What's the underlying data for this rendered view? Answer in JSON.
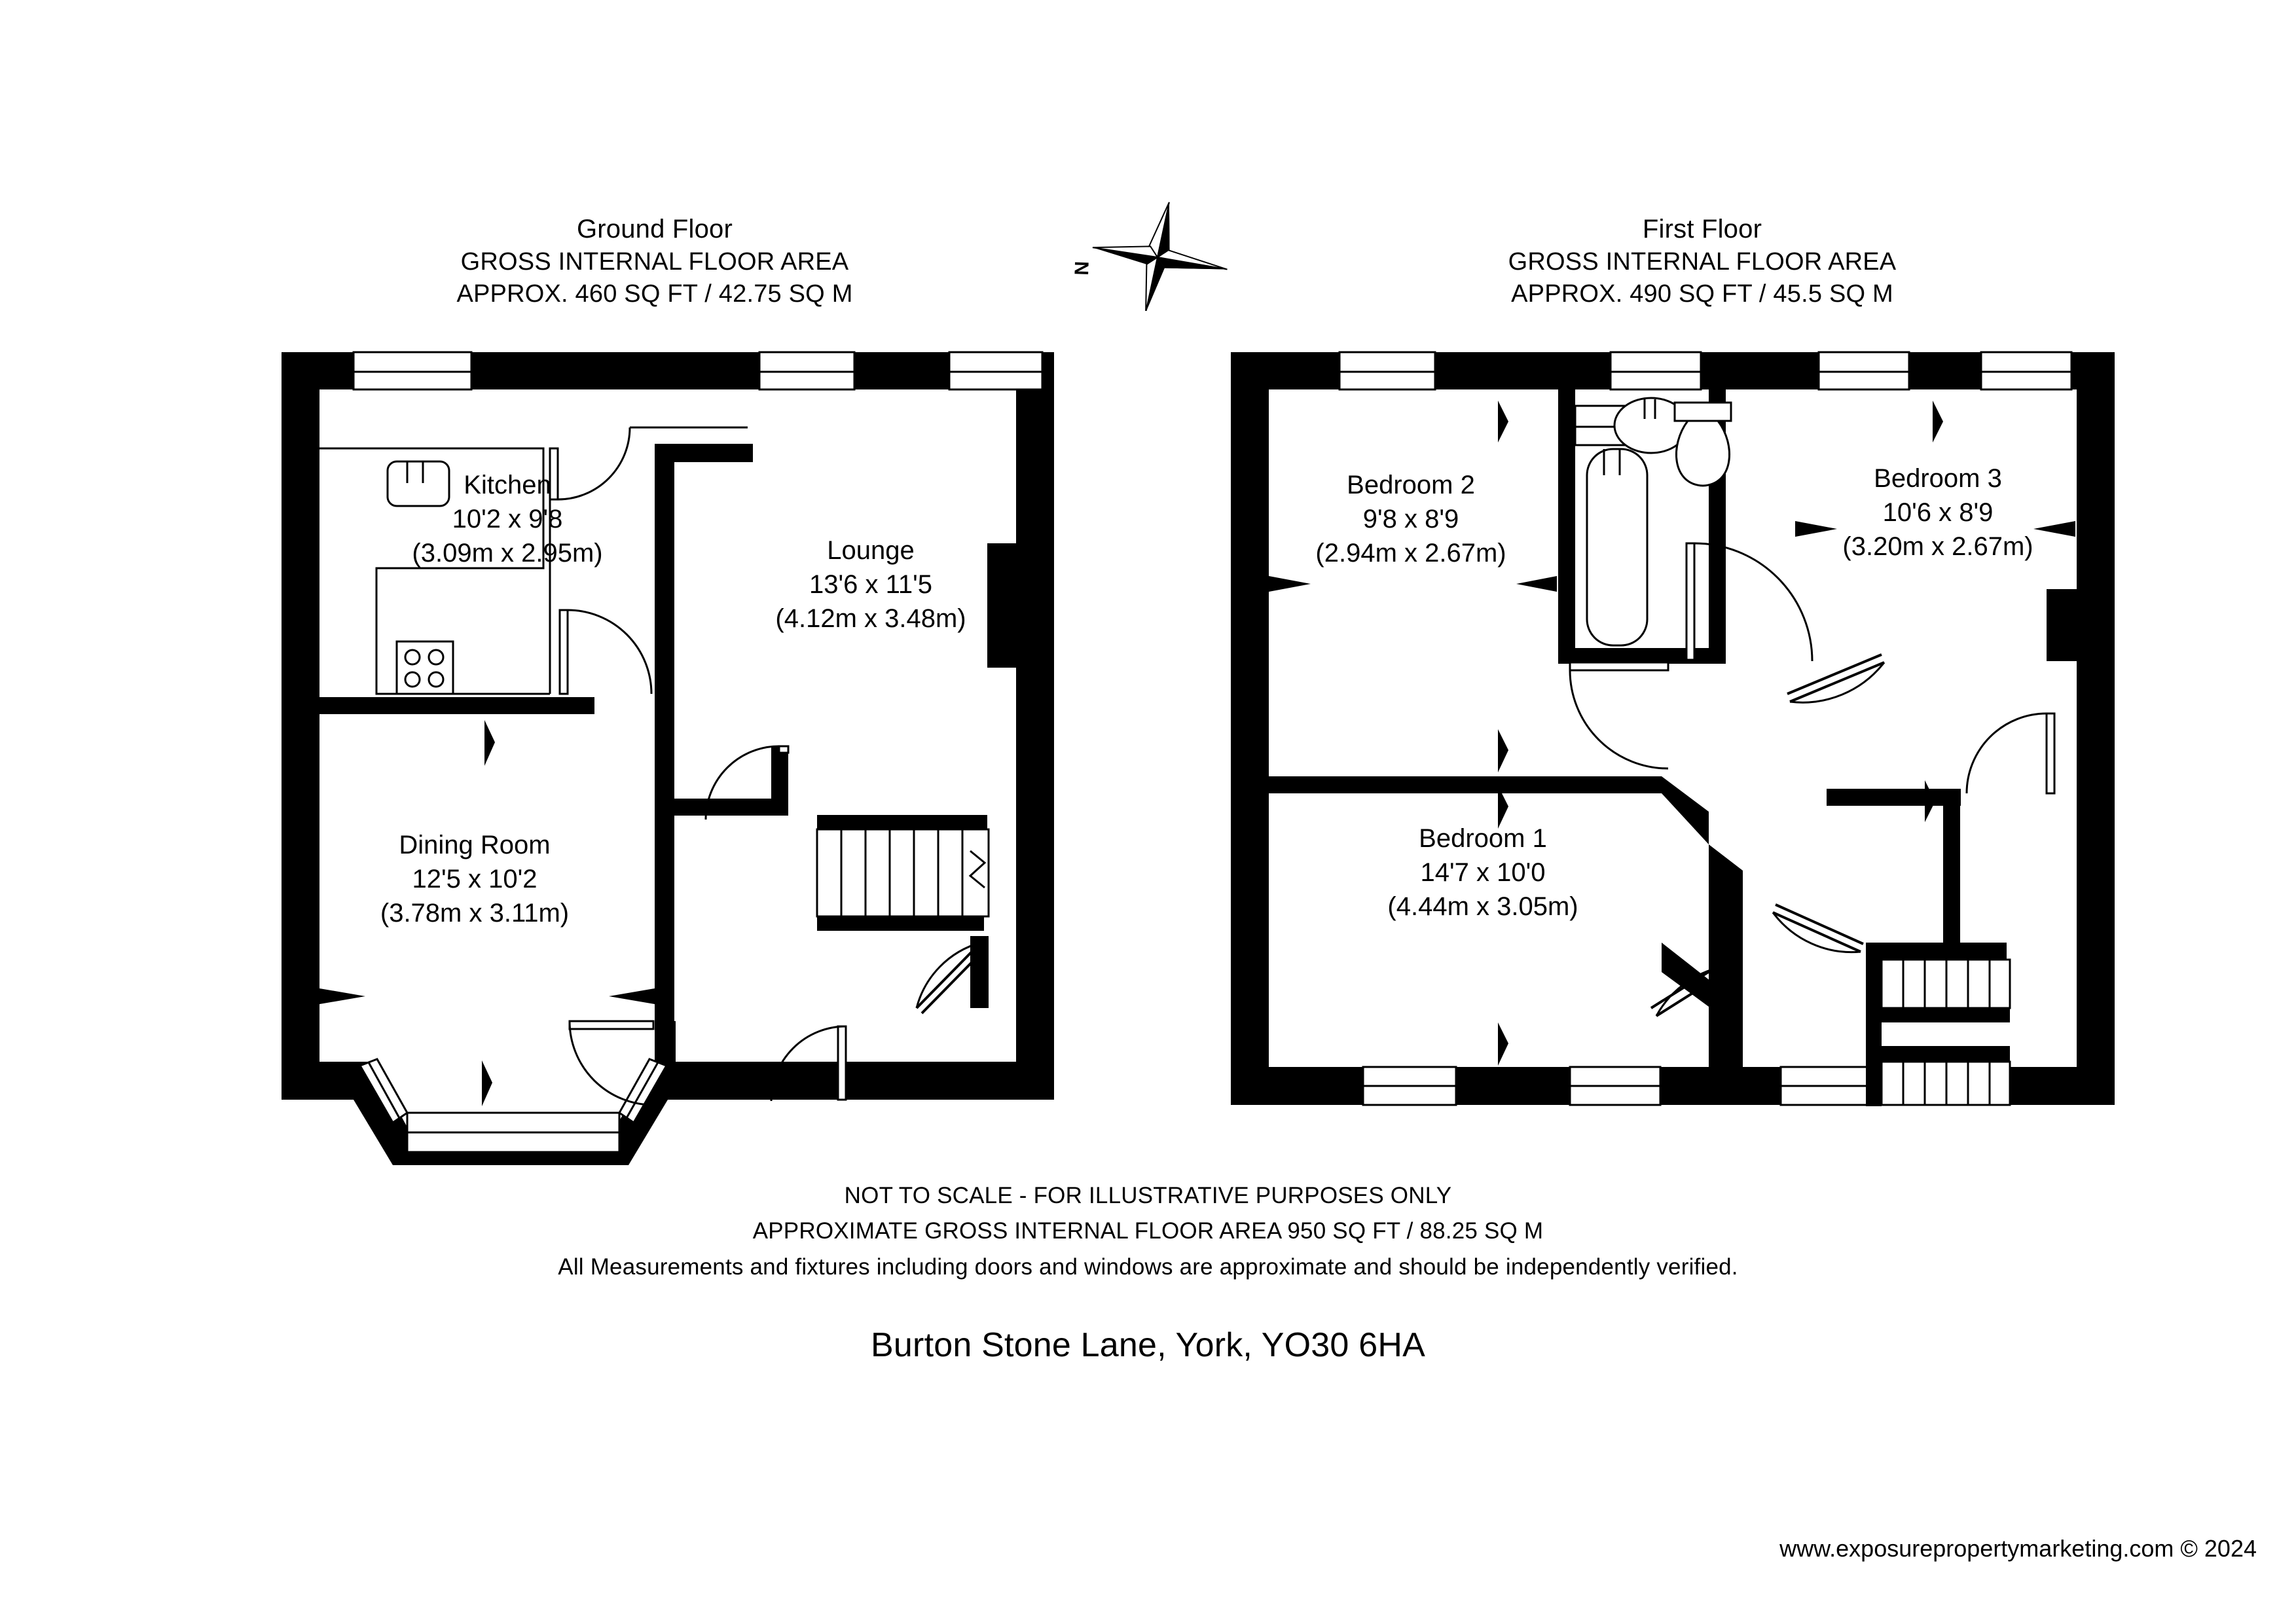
{
  "document": {
    "address_title": "Burton Stone Lane, York, YO30 6HA",
    "credit": "www.exposurepropertymarketing.com © 2024"
  },
  "compass": {
    "icon": "compass-rose-icon",
    "north_label": "N"
  },
  "floors": [
    {
      "id": "ground",
      "title": "Ground Floor",
      "area_caption": "GROSS INTERNAL FLOOR AREA",
      "area_value": "APPROX. 460 SQ FT / 42.75 SQ M",
      "rooms": [
        {
          "id": "kitchen",
          "name": "Kitchen",
          "imperial": "10'2 x 9'8",
          "metric": "(3.09m x 2.95m)"
        },
        {
          "id": "lounge",
          "name": "Lounge",
          "imperial": "13'6 x 11'5",
          "metric": "(4.12m x 3.48m)"
        },
        {
          "id": "dining-room",
          "name": "Dining Room",
          "imperial": "12'5 x 10'2",
          "metric": "(3.78m x 3.11m)"
        }
      ],
      "fixtures": [
        "sink-icon",
        "hob-icon",
        "staircase-icon",
        "bay-window-icon"
      ]
    },
    {
      "id": "first",
      "title": "First Floor",
      "area_caption": "GROSS INTERNAL FLOOR AREA",
      "area_value": "APPROX. 490 SQ FT / 45.5 SQ M",
      "rooms": [
        {
          "id": "bedroom-2",
          "name": "Bedroom 2",
          "imperial": "9'8 x 8'9",
          "metric": "(2.94m x 2.67m)"
        },
        {
          "id": "bedroom-3",
          "name": "Bedroom 3",
          "imperial": "10'6 x 8'9",
          "metric": "(3.20m x 2.67m)"
        },
        {
          "id": "bedroom-1",
          "name": "Bedroom 1",
          "imperial": "14'7 x 10'0",
          "metric": "(4.44m x 3.05m)"
        }
      ],
      "fixtures": [
        "bath-icon",
        "basin-icon",
        "toilet-icon",
        "staircase-icon"
      ]
    }
  ],
  "disclaimer": {
    "line1": "NOT TO SCALE - FOR ILLUSTRATIVE PURPOSES ONLY",
    "line2": "APPROXIMATE GROSS INTERNAL FLOOR AREA 950 SQ FT / 88.25 SQ M",
    "line3": "All Measurements and fixtures including doors and windows are approximate and should be independently verified."
  },
  "colors": {
    "wall": "#000000",
    "background": "#ffffff",
    "text": "#000000"
  }
}
